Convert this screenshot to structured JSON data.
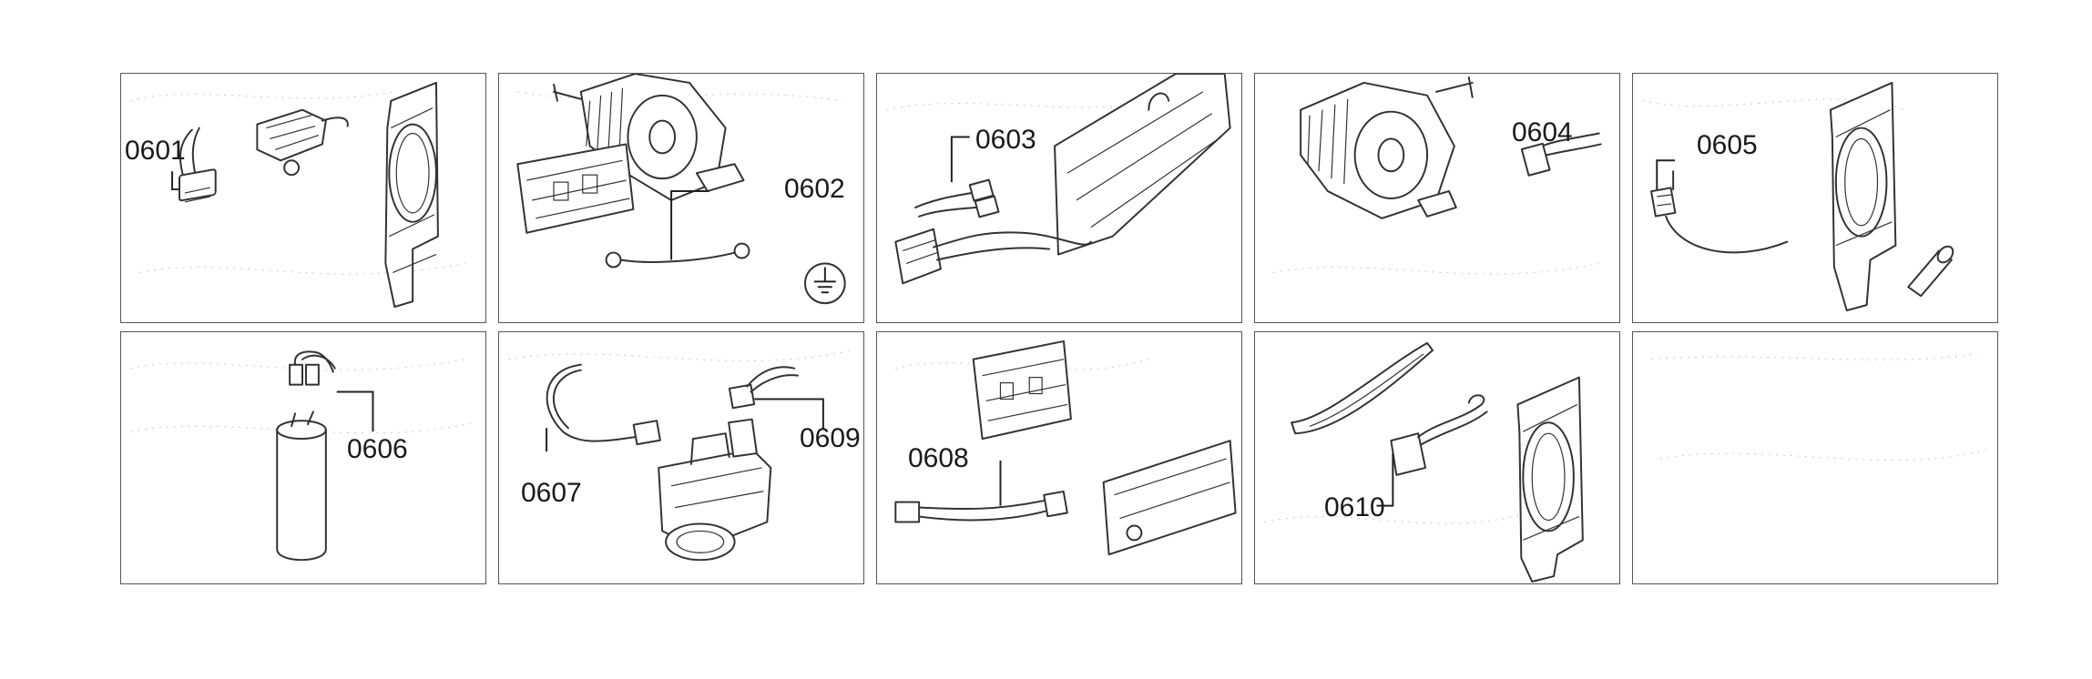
{
  "diagram": {
    "panels": [
      {
        "id": "p1",
        "callouts": [
          "0601"
        ]
      },
      {
        "id": "p2",
        "callouts": [
          "0602"
        ]
      },
      {
        "id": "p3",
        "callouts": [
          "0603"
        ]
      },
      {
        "id": "p4",
        "callouts": [
          "0604"
        ]
      },
      {
        "id": "p5",
        "callouts": [
          "0605"
        ]
      },
      {
        "id": "p6",
        "callouts": [
          "0606"
        ]
      },
      {
        "id": "p7",
        "callouts": [
          "0607",
          "0609"
        ]
      },
      {
        "id": "p8",
        "callouts": [
          "0608"
        ]
      },
      {
        "id": "p9",
        "callouts": [
          "0610"
        ]
      },
      {
        "id": "p10",
        "callouts": []
      }
    ]
  }
}
